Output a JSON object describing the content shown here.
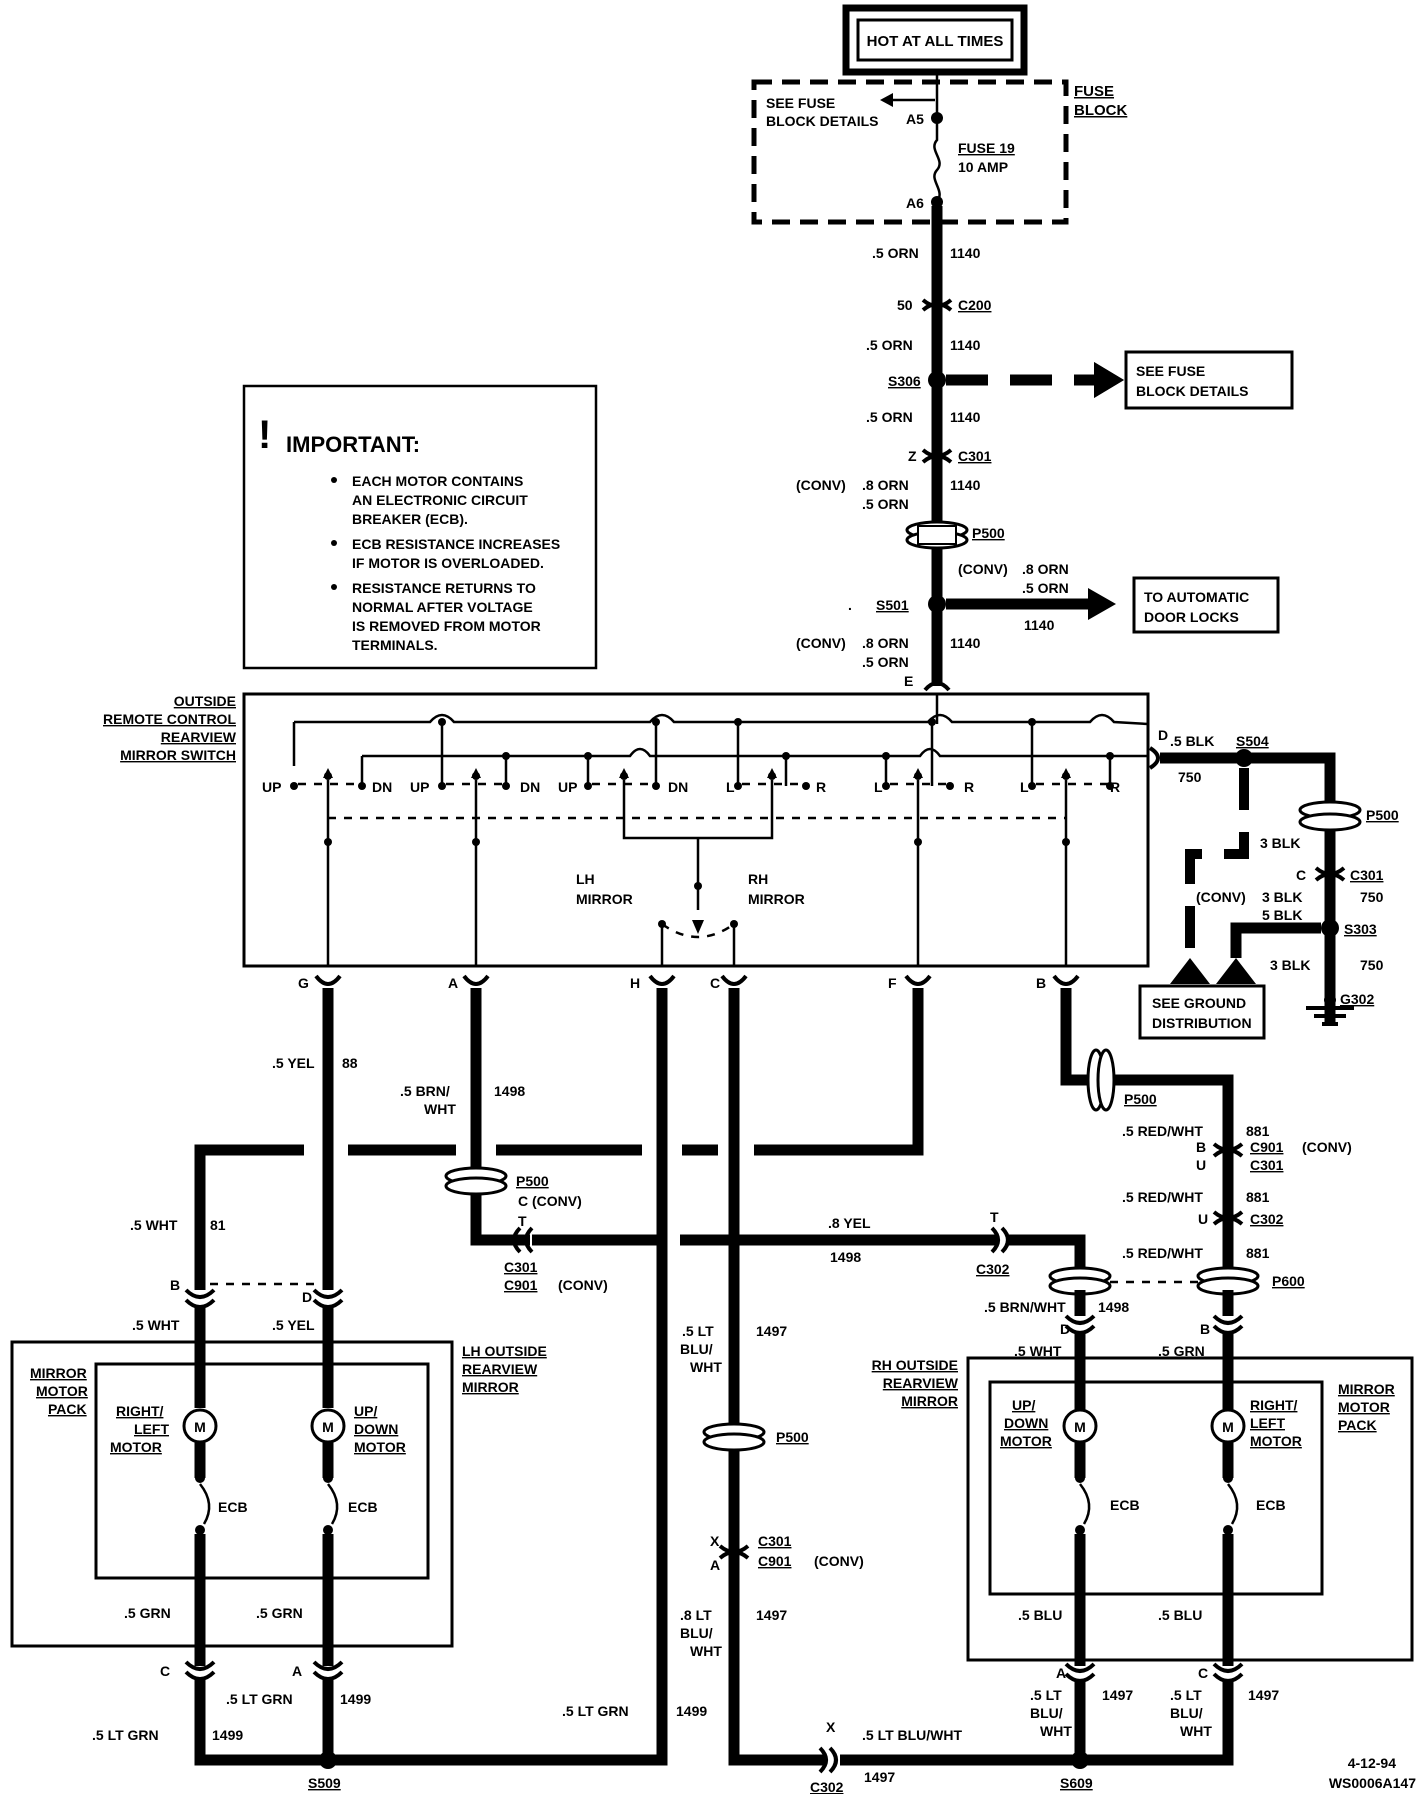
{
  "header": {
    "hot_at_all_times": "HOT AT ALL TIMES"
  },
  "fuse_block": {
    "title_line1": "FUSE",
    "title_line2": "BLOCK",
    "see_details_line1": "SEE FUSE",
    "see_details_line2": "BLOCK DETAILS",
    "pin_a5": "A5",
    "pin_a6": "A6",
    "fuse_name": "FUSE 19",
    "fuse_rating": "10 AMP"
  },
  "feed_labels": {
    "orn5": ".5 ORN",
    "circuit_1140": "1140",
    "c200_pin": "50",
    "c200": "C200",
    "s306": "S306",
    "see_fuse_line1": "SEE FUSE",
    "see_fuse_line2": "BLOCK DETAILS",
    "c301_pin": "Z",
    "c301": "C301",
    "conv": "(CONV)",
    "orn8": ".8 ORN",
    "p500": "P500",
    "s501": "S501",
    "auto_locks_line1": "TO AUTOMATIC",
    "auto_locks_line2": "DOOR LOCKS",
    "switch_pin_e": "E"
  },
  "important_box": {
    "bang": "!",
    "title": "IMPORTANT:",
    "bullets": [
      [
        "EACH MOTOR CONTAINS",
        "AN ELECTRONIC CIRCUIT",
        "BREAKER (ECB)."
      ],
      [
        "ECB RESISTANCE INCREASES",
        "IF MOTOR IS OVERLOADED."
      ],
      [
        "RESISTANCE RETURNS TO",
        "NORMAL AFTER VOLTAGE",
        "IS REMOVED FROM MOTOR",
        "TERMINALS."
      ]
    ]
  },
  "switch": {
    "title_lines": [
      "OUTSIDE",
      "REMOTE CONTROL",
      "REARVIEW",
      "MIRROR SWITCH"
    ],
    "contact_labels": [
      "UP",
      "DN",
      "UP",
      "DN",
      "UP",
      "DN",
      "L",
      "R",
      "L",
      "R",
      "L",
      "R"
    ],
    "lh_line1": "LH",
    "lh_line2": "MIRROR",
    "rh_line1": "RH",
    "rh_line2": "MIRROR",
    "pins_bottom": [
      "G",
      "A",
      "H",
      "C",
      "F",
      "B"
    ],
    "pin_d": "D"
  },
  "ground_section": {
    "blk5": ".5 BLK",
    "s504": "S504",
    "c750": "750",
    "p500": "P500",
    "blk3": "3 BLK",
    "c301_pin": "C",
    "c301": "C301",
    "conv": "(CONV)",
    "blk5b": "5 BLK",
    "s303": "S303",
    "g302": "G302",
    "see_ground_line1": "SEE GROUND",
    "see_ground_line2": "DISTRIBUTION"
  },
  "lh_mirror": {
    "yel5": ".5 YEL",
    "c88": "88",
    "brnwht_line1": ".5 BRN/",
    "brnwht_line2": "WHT",
    "c1498": "1498",
    "p500": "P500",
    "c_conv": "C (CONV)",
    "t": "T",
    "c301": "C301",
    "c901": "C901",
    "conv": "(CONV)",
    "wht5": ".5 WHT",
    "c81": "81",
    "pin_b": "B",
    "pin_d": "D",
    "title_lines": [
      "LH OUTSIDE",
      "REARVIEW",
      "MIRROR"
    ],
    "pack_lines": [
      "MIRROR",
      "MOTOR",
      "PACK"
    ],
    "rl_motor_lines": [
      "RIGHT/",
      "LEFT",
      "MOTOR"
    ],
    "ud_motor_lines": [
      "UP/",
      "DOWN",
      "MOTOR"
    ],
    "m": "M",
    "ecb": "ECB",
    "grn5": ".5 GRN",
    "pin_c": "C",
    "pin_a": "A",
    "ltgrn5": ".5 LT GRN",
    "c1499": "1499",
    "s509": "S509"
  },
  "center": {
    "yel8": ".8 YEL",
    "c1498": "1498",
    "t": "T",
    "c302": "C302",
    "ltblu_line1": ".5 LT",
    "ltblu_line2": "BLU/",
    "ltblu_line3": "WHT",
    "c1497": "1497",
    "p500": "P500",
    "pin_x": "X",
    "pin_a": "A",
    "c301": "C301",
    "c901": "C901",
    "conv": "(CONV)",
    "ltblu8_line1": ".8 LT",
    "ltgrn5": ".5 LT GRN",
    "c1499": "1499",
    "ltbluwht": ".5 LT BLU/WHT"
  },
  "rh_mirror": {
    "p500": "P500",
    "redwht5": ".5 RED/WHT",
    "c881": "881",
    "pin_b": "B",
    "pin_u": "U",
    "c901": "C901",
    "c301": "C301",
    "conv": "(CONV)",
    "c302": "C302",
    "p600": "P600",
    "brnwht5": ".5 BRN/WHT",
    "c1498": "1498",
    "pin_d": "D",
    "wht5": ".5 WHT",
    "grn5": ".5 GRN",
    "title_lines": [
      "RH OUTSIDE",
      "REARVIEW",
      "MIRROR"
    ],
    "pack_lines": [
      "MIRROR",
      "MOTOR",
      "PACK"
    ],
    "ud_motor_lines": [
      "UP/",
      "DOWN",
      "MOTOR"
    ],
    "rl_motor_lines": [
      "RIGHT/",
      "LEFT",
      "MOTOR"
    ],
    "m": "M",
    "ecb": "ECB",
    "blu5": ".5 BLU",
    "pin_a": "A",
    "pin_c": "C",
    "ltblu_line1": ".5 LT",
    "ltblu_line2": "BLU/",
    "ltblu_line3": "WHT",
    "c1497": "1497",
    "s609": "S609",
    "pin_x": "X"
  },
  "footer": {
    "date": "4-12-94",
    "code": "WS0006A147"
  }
}
